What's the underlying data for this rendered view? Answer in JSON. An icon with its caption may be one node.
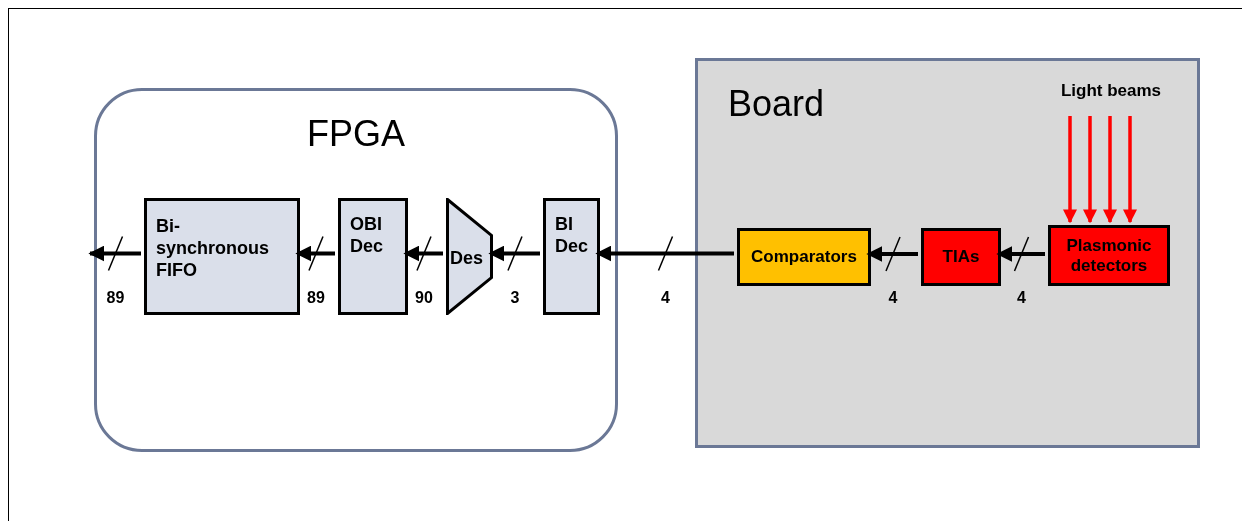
{
  "diagram": {
    "nodes": [
      {
        "text": [
          "FPGA"
        ]
      },
      {
        "text": [
          "Bi-synchronous FIFO"
        ],
        "in": 0
      },
      {
        "text": [
          "OBI Dec"
        ],
        "in": 0
      },
      {
        "text": [
          "Des"
        ],
        "in": 0
      },
      {
        "text": [
          "BI Dec"
        ],
        "in": 0
      },
      {
        "text": [
          "Board"
        ]
      },
      {
        "text": [
          "Comparators"
        ],
        "in": 5
      },
      {
        "text": [
          "TIAs"
        ],
        "in": 5
      },
      {
        "text": [
          "Plasmonic detectors"
        ],
        "in": 5
      },
      {
        "text": [
          "Light beams"
        ],
        "in": 5
      }
    ],
    "edges": [
      {
        "from": 1,
        "to": null,
        "arrow": "to",
        "label": "89"
      },
      {
        "from": 2,
        "to": 1,
        "arrow": "to",
        "label": "89"
      },
      {
        "from": 3,
        "to": 2,
        "arrow": "to",
        "label": "90"
      },
      {
        "from": 4,
        "to": 3,
        "arrow": "to",
        "label": "3"
      },
      {
        "from": 6,
        "to": 4,
        "arrow": "to",
        "label": "4"
      },
      {
        "from": 7,
        "to": 6,
        "arrow": "to",
        "label": "4"
      },
      {
        "from": 8,
        "to": 7,
        "arrow": "to",
        "label": "4"
      },
      {
        "from": 9,
        "to": 8,
        "arrow": "to",
        "color": "#ff0000"
      },
      {
        "from": 9,
        "to": 8,
        "arrow": "to",
        "color": "#ff0000"
      },
      {
        "from": 9,
        "to": 8,
        "arrow": "to",
        "color": "#ff0000"
      },
      {
        "from": 9,
        "to": 8,
        "arrow": "to",
        "color": "#ff0000"
      }
    ]
  }
}
